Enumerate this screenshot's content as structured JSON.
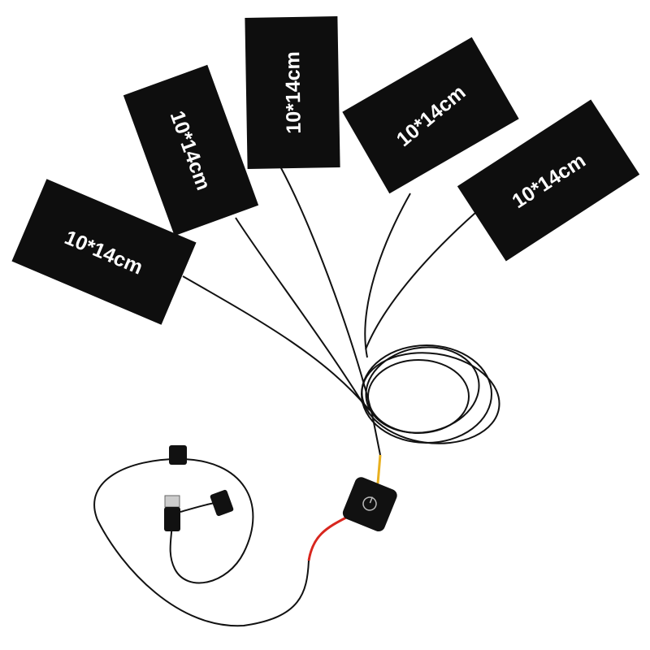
{
  "pads": [
    {
      "label": "10*14cm"
    },
    {
      "label": "10*14cm"
    },
    {
      "label": "10*14cm"
    },
    {
      "label": "10*14cm"
    },
    {
      "label": "10*14cm"
    }
  ],
  "colors": {
    "pad": "#0e0e0e",
    "background": "#ffffff",
    "wire": "#111111",
    "red_wire": "#d8261e",
    "yellow_wire": "#e8b020"
  },
  "controller": {
    "icon": "power-icon"
  }
}
